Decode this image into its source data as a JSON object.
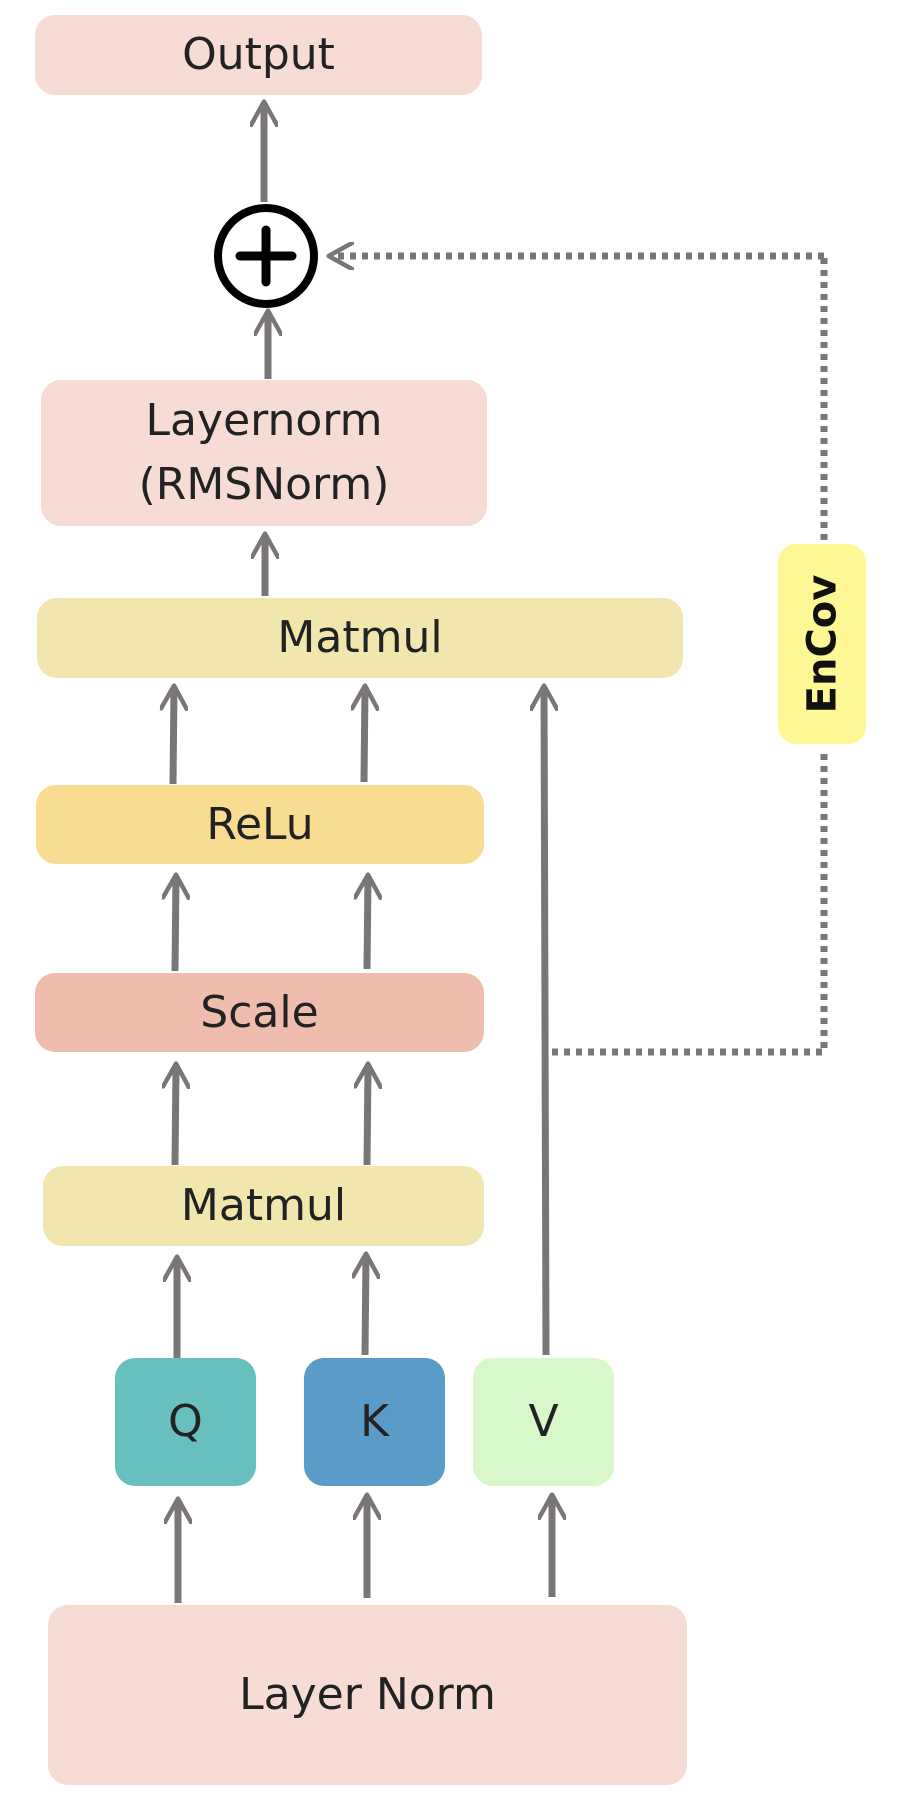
{
  "boxes": {
    "output": "Output",
    "layernorm_rms_line1": "Layernorm",
    "layernorm_rms_line2": "(RMSNorm)",
    "matmul_top": "Matmul",
    "relu": "ReLu",
    "scale": "Scale",
    "matmul_bottom": "Matmul",
    "q": "Q",
    "k": "K",
    "v": "V",
    "layer_norm_input": "Layer Norm"
  },
  "skip_connection": {
    "label": "EnCov",
    "style": "dotted"
  },
  "add_node": {
    "symbol": "+"
  },
  "colors": {
    "pink_box": "#f6dcd4",
    "matmul": "#f1e6ad",
    "relu": "#f8dc92",
    "scale": "#efbdad",
    "q": "#67c0be",
    "k": "#5a9bc7",
    "v": "#d8f8c9",
    "encov": "#fdf796",
    "arrow": "#7a7676"
  }
}
